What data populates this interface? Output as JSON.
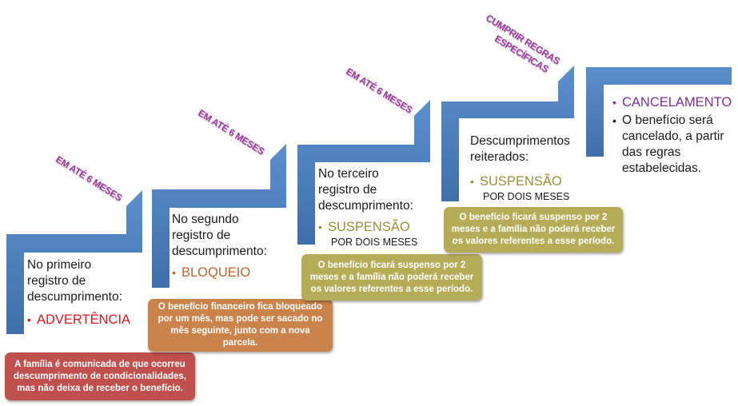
{
  "colors": {
    "step_blue": "#4f81bd",
    "red": "#e3141b",
    "orange": "#c0622a",
    "olive": "#9a8f35",
    "purple": "#7a2f9a",
    "box_red": "#c0504d",
    "box_orange": "#c9834b",
    "box_olive": "#b6ac58",
    "tag_purple": "#9b3b9b"
  },
  "tags": {
    "t1": "EM ATÉ 6 MESES",
    "t2": "EM ATÉ 6 MESES",
    "t3": "EM ATÉ 6 MESES",
    "t4_line1": "CUMPRIR REGRAS",
    "t4_line2": "ESPECÍFICAS"
  },
  "steps": {
    "s1": {
      "text_l1": "No primeiro",
      "text_l2": "registro de",
      "text_l3": "descumprimento:",
      "label": "ADVERTÊNCIA"
    },
    "s2": {
      "text_l1": "No segundo",
      "text_l2": "registro de",
      "text_l3": "descumprimento:",
      "label": "BLOQUEIO"
    },
    "s3": {
      "text_l1": "No terceiro",
      "text_l2": "registro de",
      "text_l3": "descumprimento:",
      "label": "SUSPENSÃO",
      "sub": "POR DOIS MESES"
    },
    "s4": {
      "text_l1": "Descumprimentos",
      "text_l2": "reiterados:",
      "label": "SUSPENSÃO",
      "sub": "POR DOIS MESES"
    },
    "s5": {
      "label": "CANCELAMENTO",
      "text_l1": "O benefício será",
      "text_l2": "cancelado, a partir",
      "text_l3": "das regras",
      "text_l4": "estabelecidas."
    }
  },
  "boxes": {
    "b1": {
      "l1": "A família é comunicada de que ocorreu",
      "l2": "descumprimento de condicionalidades,",
      "l3": "mas não deixa de receber o benefício."
    },
    "b2": {
      "l1": "O benefício financeiro fica bloqueado",
      "l2": "por um mês, mas pode ser sacado no",
      "l3": "mês seguinte, junto com a nova",
      "l4": "parcela."
    },
    "b3": {
      "l1": "O benefício ficará suspenso por 2",
      "l2": "meses e a família não poderá receber",
      "l3": "os valores referentes a esse período."
    },
    "b4": {
      "l1": "O benefício ficará suspenso por 2",
      "l2": "meses e a família não poderá receber",
      "l3": "os valores referentes a esse período."
    }
  }
}
